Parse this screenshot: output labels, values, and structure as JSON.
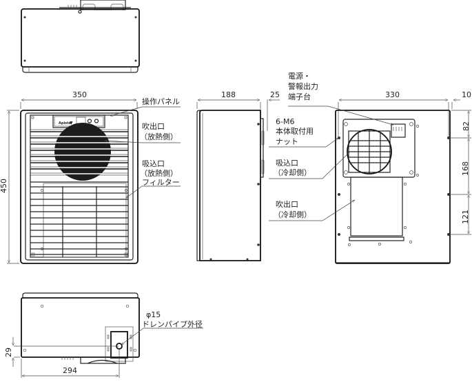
{
  "views": {
    "top": {
      "name": "top-view"
    },
    "front": {
      "name": "front-view",
      "width_dim": "350",
      "height_dim": "450",
      "labels": {
        "control_panel": "操作パネル",
        "outlet_hot_1": "吹出口",
        "outlet_hot_2": "（放熱側）",
        "inlet_hot_1": "吸込口",
        "inlet_hot_2": "（放熱側）",
        "inlet_hot_3": "フィルター"
      },
      "panel_brand": "Apiste"
    },
    "side": {
      "name": "side-view",
      "depth_dim": "188",
      "protrusion_dim": "25"
    },
    "rear": {
      "name": "rear-view",
      "width_dim": "330",
      "edge_dim": "10",
      "v_dims": [
        "82",
        "168",
        "121"
      ],
      "labels": {
        "terminal_1": "電源・",
        "terminal_2": "警報出力",
        "terminal_3": "端子台",
        "nut_1": "6-M6",
        "nut_2": "本体取付用",
        "nut_3": "ナット",
        "inlet_cold_1": "吸込口",
        "inlet_cold_2": "（冷却側）",
        "outlet_cold_1": "吹出口",
        "outlet_cold_2": "（冷却側）"
      }
    },
    "bottom": {
      "name": "bottom-view",
      "drain_dia": "φ15",
      "drain_label": "ドレンパイプ外径",
      "h_dim": "294",
      "v_dim": "29"
    }
  }
}
